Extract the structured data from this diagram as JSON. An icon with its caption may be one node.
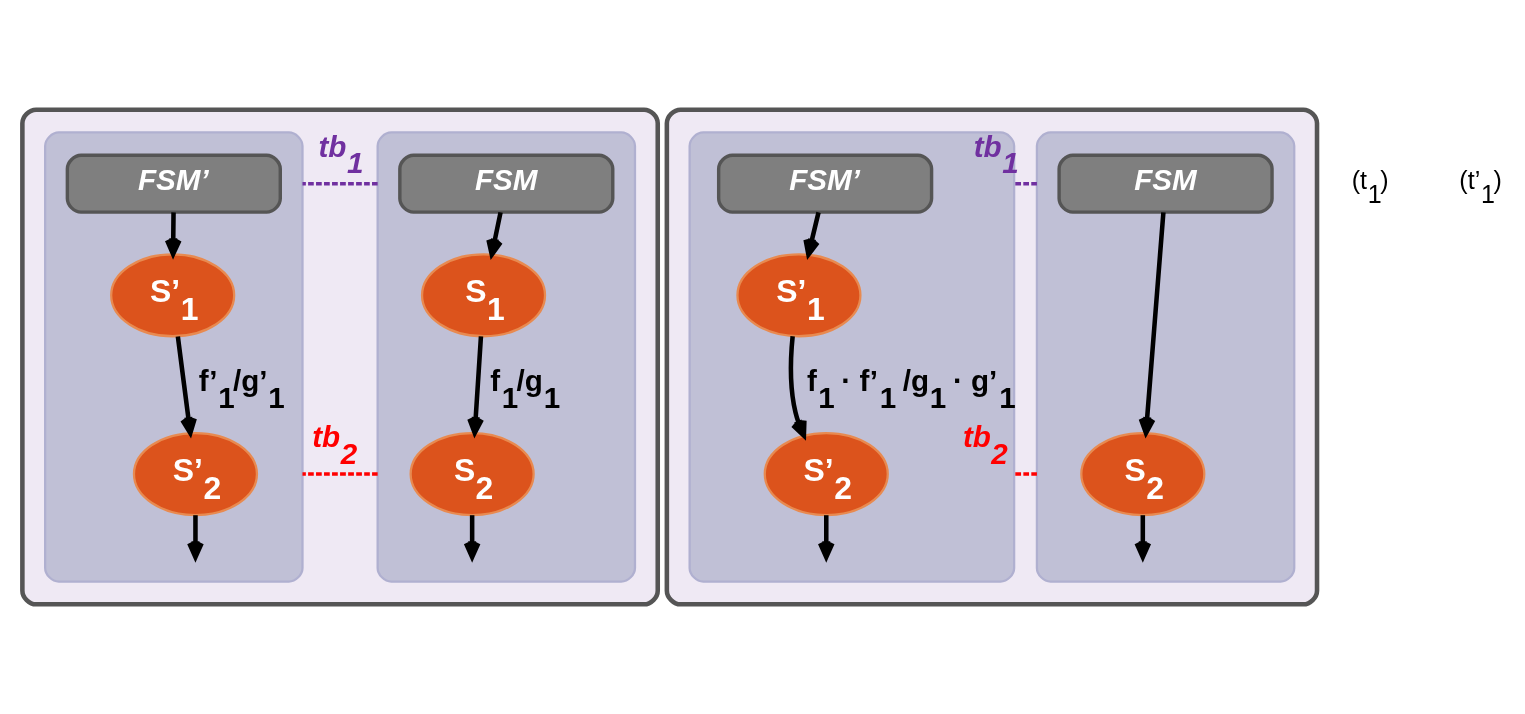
{
  "diagram": {
    "nodes": [
      {
        "text": [],
        "shape": "box"
      },
      {
        "text": [],
        "shape": "box",
        "in": 0
      },
      {
        "text": [
          "FSM"
        ],
        "in": 1
      },
      {
        "text": [
          "S$_{1}$"
        ],
        "in": 1
      },
      {
        "text": [
          "S$_{2}$"
        ],
        "in": 1
      },
      {
        "text": [],
        "shape": "box",
        "in": 0
      },
      {
        "text": [
          "FSM’"
        ],
        "in": 5
      },
      {
        "text": [
          "S’$_{1}$"
        ],
        "in": 5
      },
      {
        "text": [
          "S’$_{2}$"
        ],
        "in": 5
      },
      {
        "text": [],
        "shape": "box"
      },
      {
        "text": [],
        "shape": "box",
        "in": 9
      },
      {
        "text": [
          "FSM"
        ],
        "in": 10
      },
      {
        "text": [
          "S$_{2}$"
        ],
        "in": 10
      },
      {
        "text": [],
        "shape": "box",
        "in": 9
      },
      {
        "text": [
          "FSM’"
        ],
        "in": 13
      },
      {
        "text": [
          "S’$_{1}$"
        ],
        "in": 13
      },
      {
        "text": [
          "S’$_{2}$"
        ],
        "in": 13
      }
    ],
    "edges": [
      {
        "from": 2,
        "to": 3,
        "arrow": "to"
      },
      {
        "from": 3,
        "to": 4,
        "arrow": "to",
        "label": "f$_{1}$/g$_{1}$"
      },
      {
        "from": 4,
        "to": null,
        "arrow": "to"
      },
      {
        "from": 6,
        "to": 7,
        "arrow": "to"
      },
      {
        "from": 7,
        "to": 8,
        "arrow": "to",
        "label": "f’$_{1}$/g’$_{1}$"
      },
      {
        "from": 8,
        "to": null,
        "arrow": "to"
      },
      {
        "from": 1,
        "to": 5,
        "arrow": "none",
        "style": "dashed",
        "color": "#7030a0",
        "label": "tb$_{1}$"
      },
      {
        "from": 1,
        "to": 5,
        "arrow": "none",
        "style": "dashed",
        "color": "#ff0000",
        "label": "tb$_{2}$"
      },
      {
        "from": 11,
        "to": 12,
        "arrow": "to"
      },
      {
        "from": 12,
        "to": null,
        "arrow": "to"
      },
      {
        "from": 14,
        "to": 15,
        "arrow": "to"
      },
      {
        "from": 15,
        "to": 16,
        "arrow": "to",
        "label": "f$_{1}$ · f’$_{1}$ /g$_{1}$ · g’$_{1}$"
      },
      {
        "from": 16,
        "to": null,
        "arrow": "to"
      },
      {
        "from": 10,
        "to": 13,
        "arrow": "none",
        "style": "dashed",
        "color": "#7030a0",
        "label": "tb$_{1}$"
      },
      {
        "from": 10,
        "to": 13,
        "arrow": "none",
        "style": "dashed",
        "color": "#ff0000",
        "label": "tb$_{2}$"
      }
    ],
    "labels": [
      "(t$_{1}$)",
      "(t’$_{1}$)"
    ]
  }
}
